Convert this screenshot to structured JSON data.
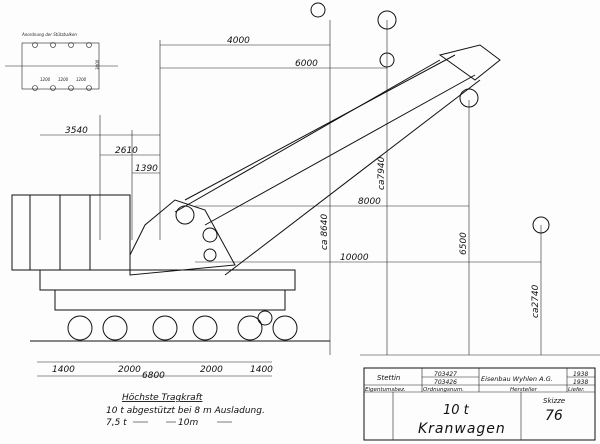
{
  "inset": {
    "title": "Anordnung der Stützbalken",
    "spacing": [
      "1200",
      "1200",
      "1200"
    ],
    "width": "3000"
  },
  "dimensions": {
    "d4000": "4000",
    "d6000": "6000",
    "d3540": "3540",
    "d2610": "2610",
    "d1390": "1390",
    "d8000": "8000",
    "d10000": "10000",
    "ca8640": "ca 8640",
    "ca7940": "ca7940",
    "d6500": "6500",
    "ca2740": "ca2740",
    "bottom": [
      "1400",
      "2000",
      "2000",
      "1400"
    ],
    "overall": "6800"
  },
  "capacity": {
    "heading": "Höchste Tragkraft",
    "line1": "10 t abgestützt bei 8 m Ausladung.",
    "line2_load": "7,5 t",
    "line2_reach": "10m"
  },
  "title_block": {
    "owner": "Stettin",
    "numbers": [
      "703427",
      "703426"
    ],
    "manufacturer": "Eisenbau Wyhlen A.G.",
    "years": [
      "1938",
      "1938"
    ],
    "labels": [
      "Eigentumsbez.",
      "Ordnungsnum.",
      "Hersteller",
      "Liefer."
    ],
    "capacity": "10 t",
    "name": "Kranwagen",
    "sketch_label": "Skizze",
    "sketch_number": "76"
  }
}
